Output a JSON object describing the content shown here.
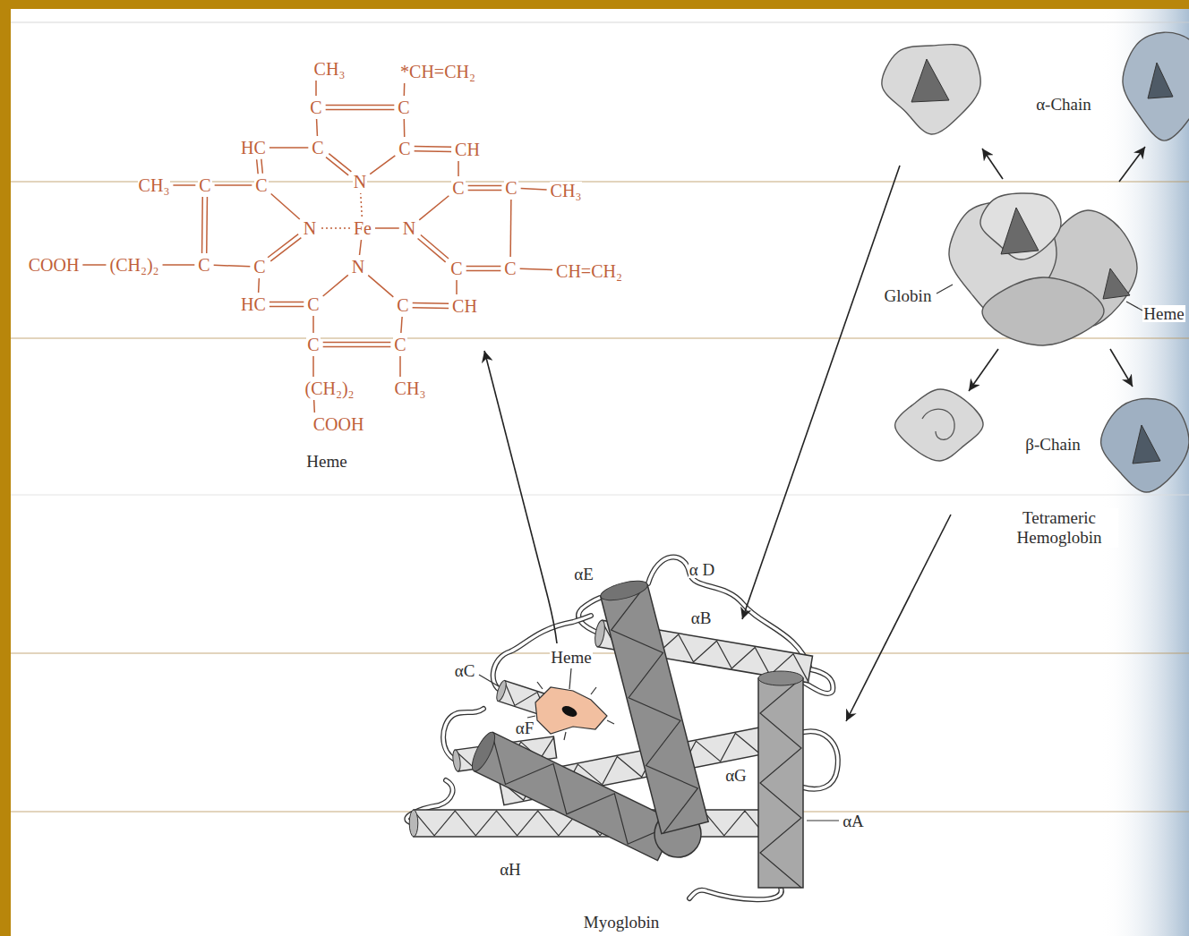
{
  "diagram": {
    "labels": [
      "CH₃",
      "*CH=CH₂",
      "C",
      "C",
      "HC",
      "C",
      "C",
      "CH",
      "N",
      "CH₃",
      "C",
      "C",
      "C",
      "C",
      "CH₃",
      "N",
      "Fe",
      "N",
      "COOH",
      "(CH₂)₂",
      "C",
      "C",
      "N",
      "C",
      "C",
      "CH=CH₂",
      "HC",
      "C",
      "C",
      "CH",
      "C",
      "C",
      "(CH₂)₂",
      "CH₃",
      "COOH",
      "Heme",
      "αE",
      "α D",
      "αB",
      "αC",
      "Heme",
      "αF",
      "αG",
      "αA",
      "αH",
      "Myoglobin",
      "α-Chain",
      "Globin",
      "Heme",
      "β-Chain",
      "Tetrameric Hemoglobin"
    ]
  }
}
